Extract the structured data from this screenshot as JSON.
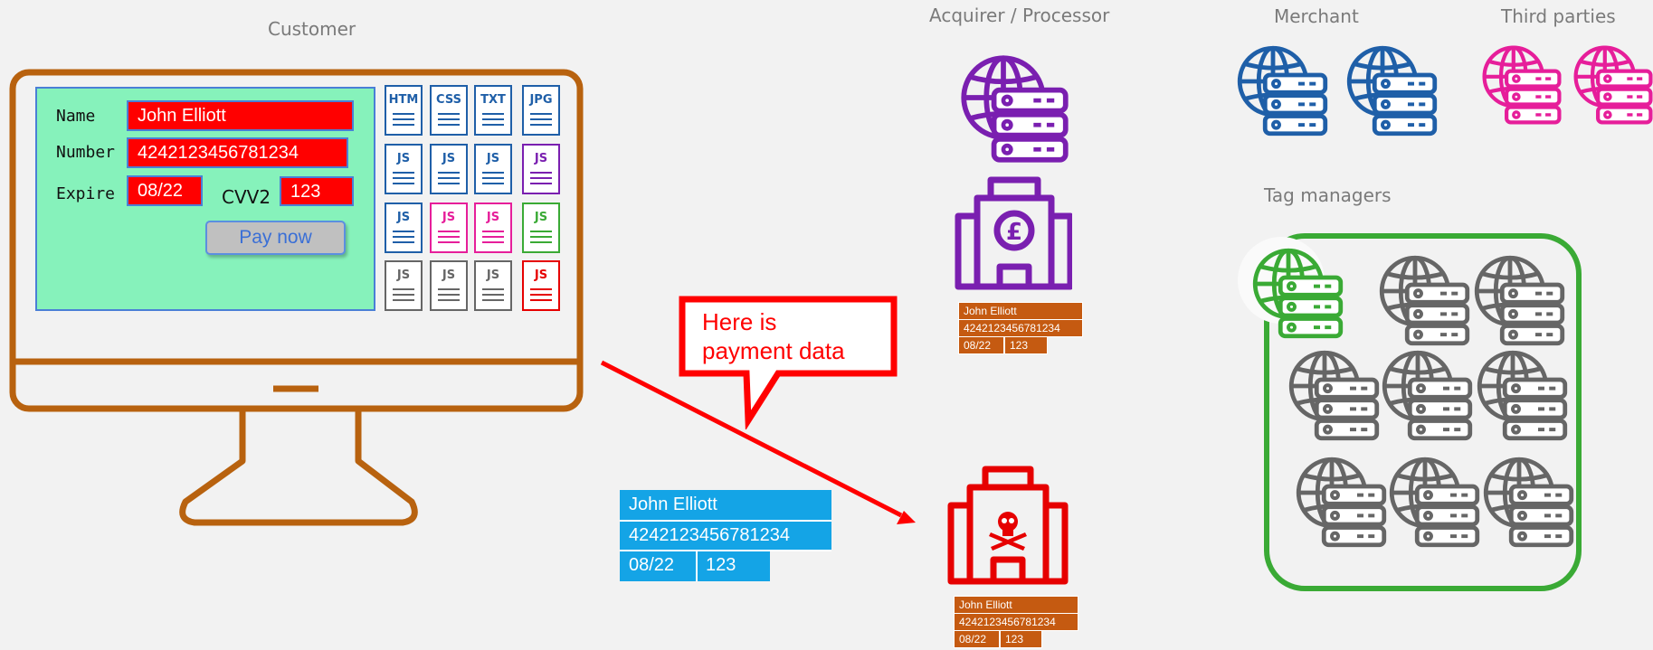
{
  "headers": {
    "customer": "Customer",
    "acquirer": "Acquirer / Processor",
    "merchant": "Merchant",
    "third_parties": "Third parties",
    "tag_managers": "Tag managers"
  },
  "form": {
    "name_label": "Name",
    "name_value": "John Elliott",
    "number_label": "Number",
    "number_value": "4242123456781234",
    "expire_label": "Expire",
    "expire_value": "08/22",
    "cvv_label": "CVV2",
    "cvv_value": "123",
    "pay_button": "Pay now"
  },
  "files": [
    {
      "label": "HTM",
      "color": "#1f5fa8"
    },
    {
      "label": "CSS",
      "color": "#1f5fa8"
    },
    {
      "label": "TXT",
      "color": "#1f5fa8"
    },
    {
      "label": "JPG",
      "color": "#1f5fa8"
    },
    {
      "label": "JS",
      "color": "#1f5fa8"
    },
    {
      "label": "JS",
      "color": "#1f5fa8"
    },
    {
      "label": "JS",
      "color": "#1f5fa8"
    },
    {
      "label": "JS",
      "color": "#7a1fb0"
    },
    {
      "label": "JS",
      "color": "#1f5fa8"
    },
    {
      "label": "JS",
      "color": "#e61e9a"
    },
    {
      "label": "JS",
      "color": "#e61e9a"
    },
    {
      "label": "JS",
      "color": "#3aaa35"
    },
    {
      "label": "JS",
      "color": "#666666"
    },
    {
      "label": "JS",
      "color": "#666666"
    },
    {
      "label": "JS",
      "color": "#666666"
    },
    {
      "label": "JS",
      "color": "#e60000"
    }
  ],
  "callout": {
    "line1": "Here is",
    "line2": "payment data"
  },
  "stolen_card": {
    "name": "John Elliott",
    "number": "4242123456781234",
    "expire": "08/22",
    "cvv": "123"
  },
  "acquirer_card": {
    "name": "John Elliott",
    "number": "4242123456781234",
    "expire": "08/22",
    "cvv": "123"
  },
  "attacker_card": {
    "name": "John Elliott",
    "number": "4242123456781234",
    "expire": "08/22",
    "cvv": "123"
  },
  "colors": {
    "monitor": "#b8620f",
    "acquirer": "#7a1fb0",
    "merchant": "#1f5fa8",
    "third_party": "#e61e9a",
    "tag_manager": "#3aaa35",
    "attacker": "#e60000",
    "gray": "#666666"
  },
  "icons": {
    "server": "globe-server-icon",
    "bank": "bank-pound-icon",
    "attacker_bank": "skull-building-icon"
  }
}
